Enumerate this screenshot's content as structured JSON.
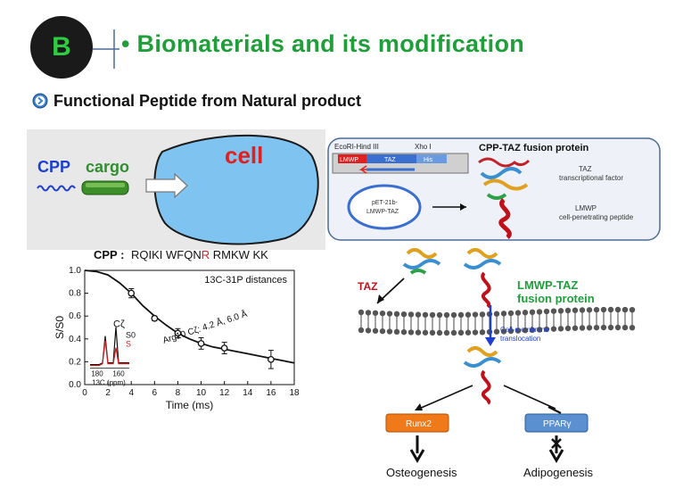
{
  "header": {
    "badge_letter": "B",
    "title": "• Biomaterials and its modification",
    "subtitle": "Functional Peptide from Natural product"
  },
  "cell_panel": {
    "cpp_label": "CPP",
    "cargo_label": "cargo",
    "cell_label": "cell"
  },
  "fusion_panel": {
    "site_left": "EcoRI-Hind III",
    "site_right": "Xho I",
    "seg_lmwp": "LMWP",
    "seg_taz": "TAZ",
    "seg_his": "His",
    "plasmid_line1": "pET-21b-",
    "plasmid_line2": "LMWP-TAZ",
    "title": "CPP-TAZ fusion protein",
    "taz_line1": "TAZ",
    "taz_line2": "transcriptional factor",
    "lmwp_line1": "LMWP",
    "lmwp_line2": "cell-penetrating peptide"
  },
  "plot_panel": {
    "cpp_prefix": "CPP :",
    "seq_a": "RQIKI WFQN",
    "seq_r": "R",
    "seq_b": " RMKW KK",
    "inset_title": "13C-31P distances",
    "annotation": "Arg10 Cζ: 4.2 Å, 6.0 Å",
    "inset_cz": "Cζ",
    "inset_s0": "S0",
    "inset_s": "S",
    "inset_ticks": [
      "180",
      "160"
    ],
    "inset_xlabel": "13C (ppm)"
  },
  "chart_data": {
    "type": "scatter",
    "title": "13C-31P distances",
    "xlabel": "Time (ms)",
    "ylabel": "S/S0",
    "xlim": [
      0,
      18
    ],
    "ylim": [
      0,
      1.0
    ],
    "xticks": [
      "0",
      "2",
      "4",
      "6",
      "8",
      "10",
      "12",
      "14",
      "16",
      "18"
    ],
    "yticks": [
      "0.0",
      "0.2",
      "0.4",
      "0.6",
      "0.8",
      "1.0"
    ],
    "series": [
      {
        "points": [
          [
            4,
            0.8
          ],
          [
            6,
            0.58
          ],
          [
            8,
            0.45
          ],
          [
            10,
            0.36
          ],
          [
            12,
            0.32
          ],
          [
            16,
            0.22
          ]
        ],
        "errors": [
          0.04,
          0.02,
          0.04,
          0.05,
          0.05,
          0.08
        ]
      }
    ],
    "fit_curve": [
      [
        0,
        1.0
      ],
      [
        1,
        0.99
      ],
      [
        2,
        0.96
      ],
      [
        3,
        0.89
      ],
      [
        4,
        0.8
      ],
      [
        5,
        0.69
      ],
      [
        6,
        0.6
      ],
      [
        7,
        0.52
      ],
      [
        8,
        0.45
      ],
      [
        9,
        0.4
      ],
      [
        10,
        0.36
      ],
      [
        11,
        0.33
      ],
      [
        12,
        0.31
      ],
      [
        13,
        0.29
      ],
      [
        14,
        0.27
      ],
      [
        15,
        0.25
      ],
      [
        16,
        0.23
      ],
      [
        17,
        0.21
      ],
      [
        18,
        0.19
      ]
    ]
  },
  "pathway_panel": {
    "taz_label": "TAZ",
    "fusion_line1": "LMWP-TAZ",
    "fusion_line2": "fusion protein",
    "transloc_line1": "Cell-membrane",
    "transloc_line2": "translocation",
    "runx2": "Runx2",
    "ppar": "PPARγ",
    "osteo": "Osteogenesis",
    "adipo": "Adipogenesis"
  },
  "colors": {
    "title_green": "#1f9e3a",
    "cell_fill": "#7fc4f0",
    "cpp_blue": "#1c3fd0",
    "cargo_green": "#2f8f2f",
    "cell_red": "#e02020",
    "runx_orange": "#f07a1a",
    "ppar_blue": "#5a8fd0"
  }
}
